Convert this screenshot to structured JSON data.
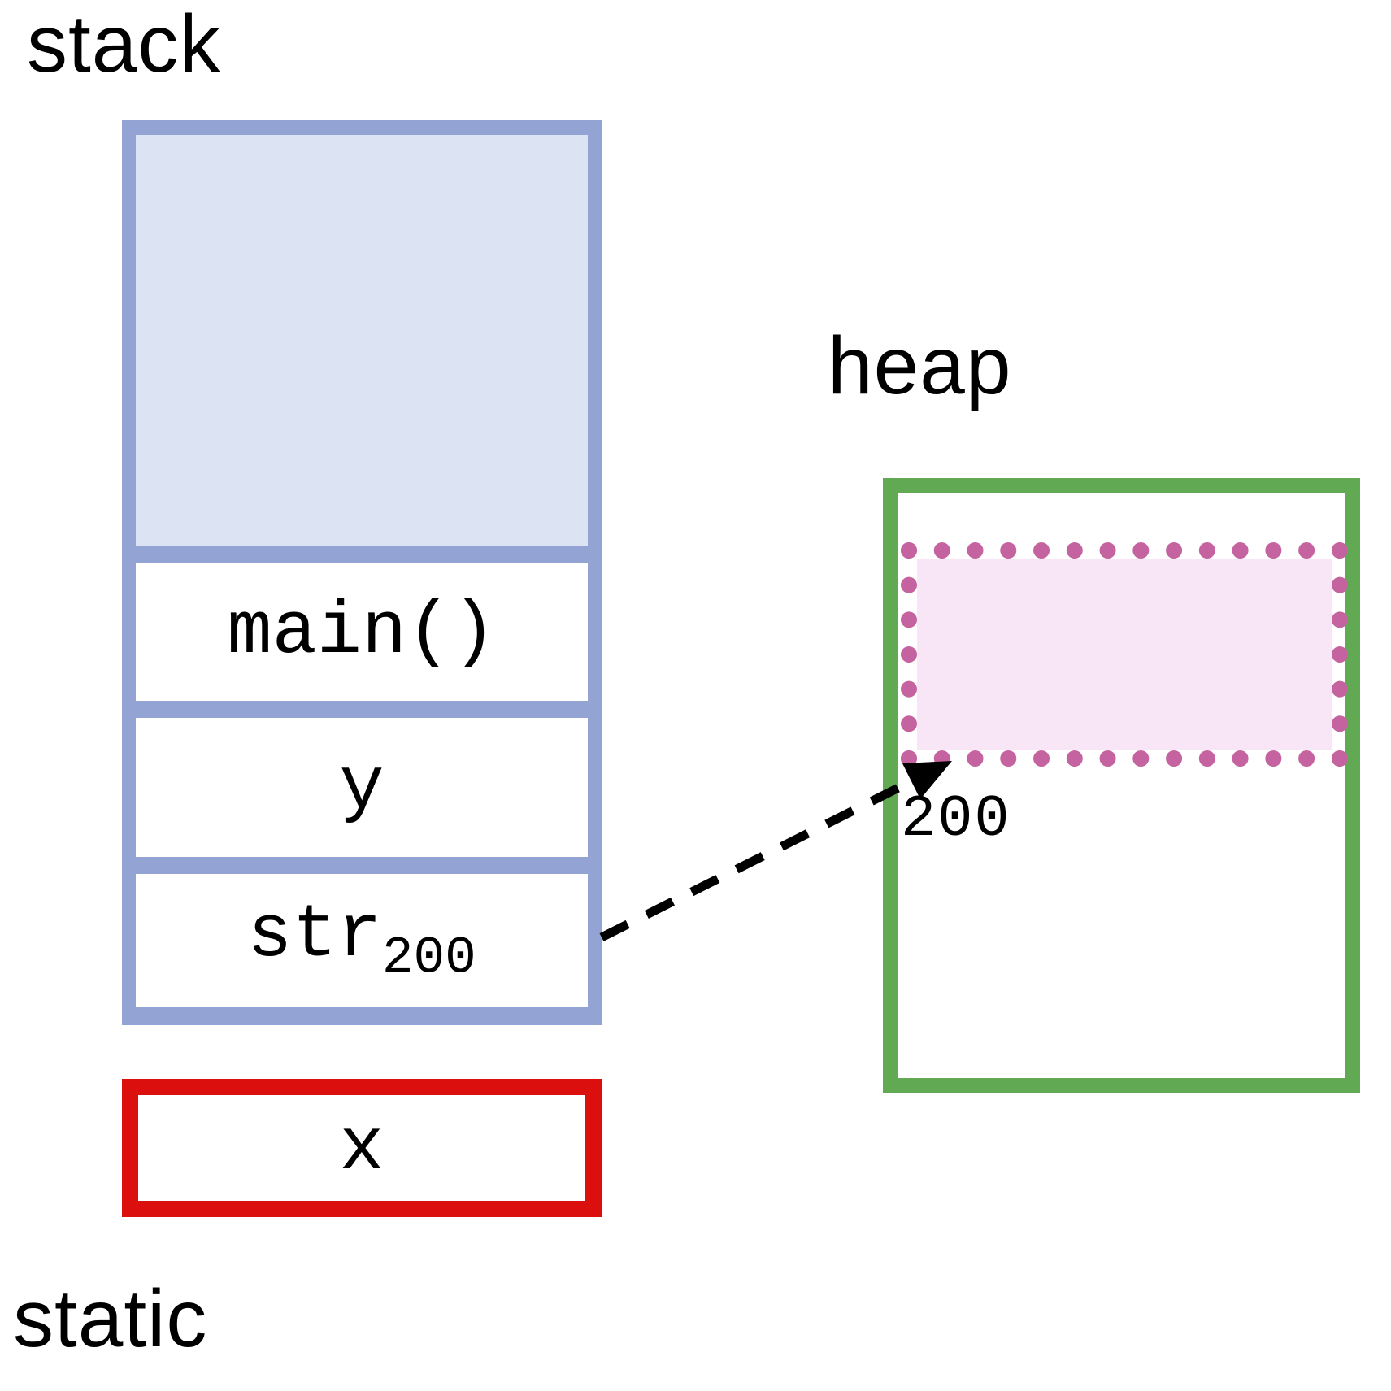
{
  "labels": {
    "stack": "stack",
    "heap": "heap",
    "static": "static"
  },
  "stack": {
    "frames": [
      {
        "label": "main()"
      },
      {
        "label": "y"
      },
      {
        "label": "str",
        "subscript": "200"
      }
    ]
  },
  "static_region": {
    "variable": "x"
  },
  "heap_region": {
    "size_label": "200"
  },
  "colors": {
    "stack-border": "#93a4d4",
    "stack-fill": "#dce4f4",
    "heap-border": "#61aa53",
    "alloc-border": "#c4639f",
    "alloc-fill": "#f8e6f6",
    "static-border": "#dc0f0f",
    "arrow": "#000000"
  }
}
